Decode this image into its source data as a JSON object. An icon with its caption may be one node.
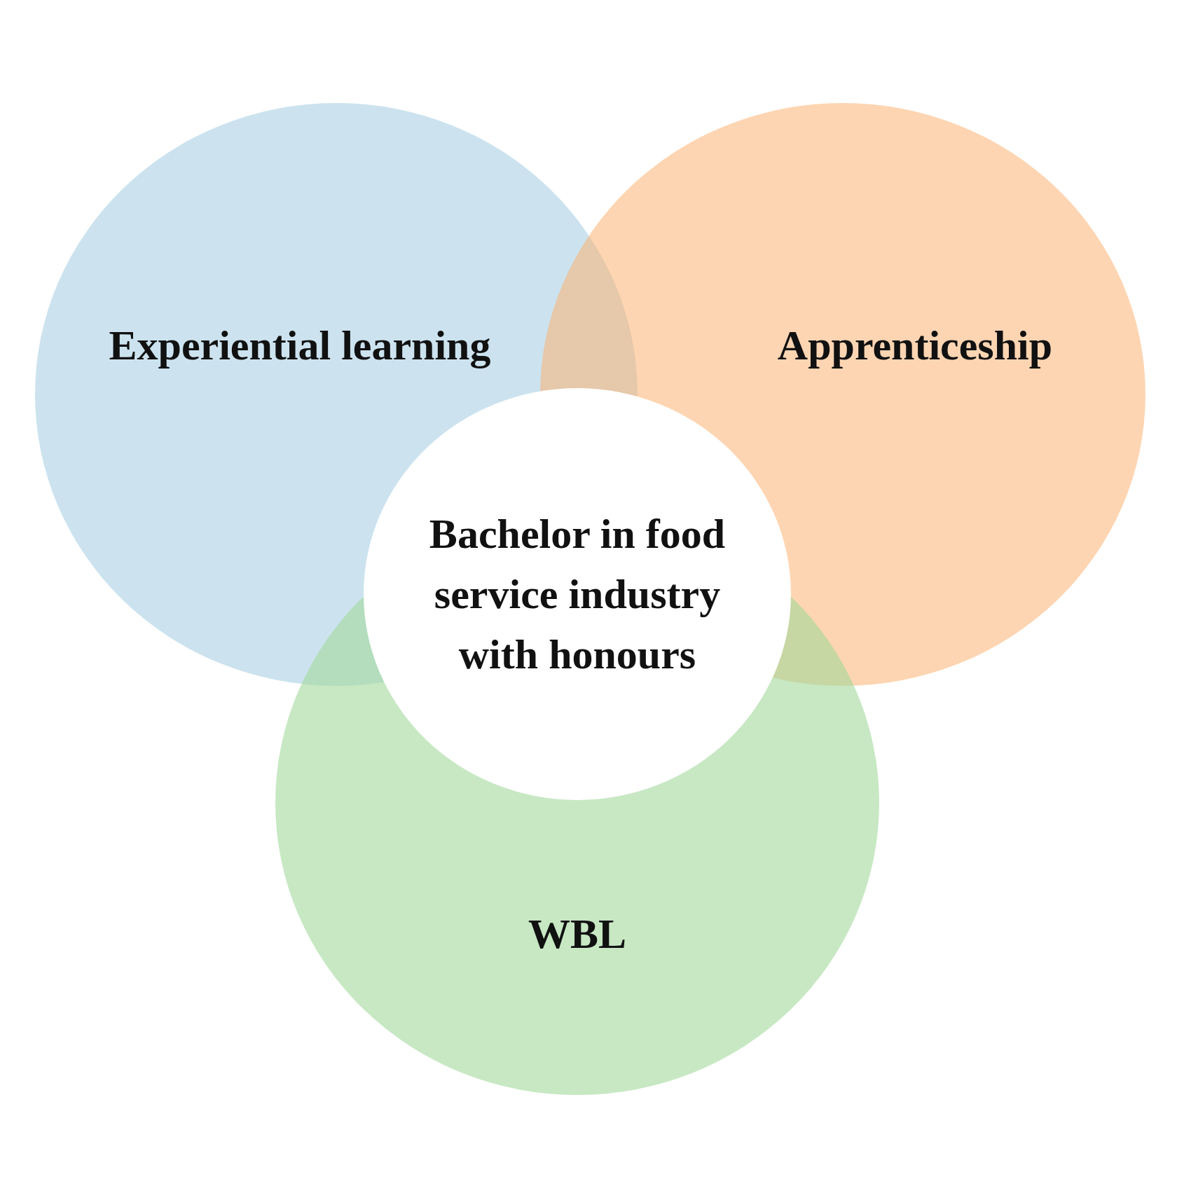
{
  "diagram": {
    "nodes": [
      {
        "text": [
          "Experiential learning"
        ]
      },
      {
        "text": [
          "Apprenticeship"
        ]
      },
      {
        "text": [
          "Bachelor in food service industry with honours"
        ]
      },
      {
        "text": [
          "WBL"
        ]
      }
    ]
  }
}
